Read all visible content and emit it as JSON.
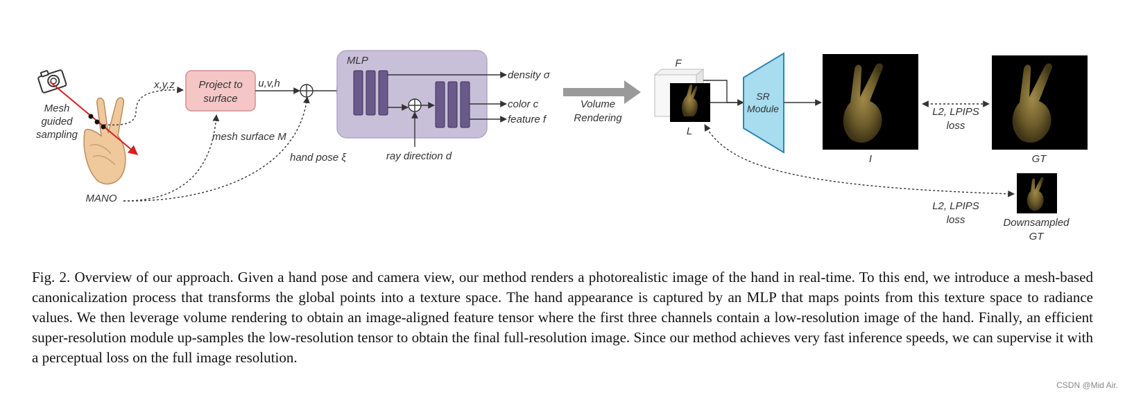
{
  "figure": {
    "mesh_sampling": [
      "Mesh",
      "guided",
      "sampling"
    ],
    "mano": "MANO",
    "xyz": "x,y,z",
    "project_box": [
      "Project to",
      "surface"
    ],
    "uvh": "u,v,h",
    "mesh_surface": "mesh surface",
    "mesh_surface_symbol": "M",
    "hand_pose": "hand pose",
    "hand_pose_symbol": "ξ",
    "mlp": "MLP",
    "ray_direction": "ray direction d",
    "outputs": {
      "density": "density σ",
      "color": "color c",
      "feature": "feature f"
    },
    "volume_rendering": [
      "Volume",
      "Rendering"
    ],
    "feature_label": "F",
    "low_res_label": "L",
    "sr_module": [
      "SR",
      "Module"
    ],
    "output_label": "I",
    "gt_label": "GT",
    "loss_top": [
      "L2, LPIPS",
      "loss"
    ],
    "loss_bottom": [
      "L2, LPIPS",
      "loss"
    ],
    "downsampled": [
      "Downsampled",
      "GT"
    ]
  },
  "caption": {
    "label": "Fig. 2.",
    "text": "Overview of our approach. Given a hand pose and camera view, our method renders a photorealistic image of the hand in real-time. To this end, we introduce a mesh-based canonicalization process that transforms the global points into a texture space. The hand appearance is captured by an MLP that maps points from this texture space to radiance values. We then leverage volume rendering to obtain an image-aligned feature tensor where the first three channels contain a low-resolution image of the hand. Finally, an efficient super-resolution module up-samples the low-resolution tensor to obtain the final full-resolution image. Since our method achieves very fast inference speeds, we can supervise it with a perceptual loss on the full image resolution."
  },
  "watermark": "CSDN @Mid Air.",
  "colors": {
    "project_fill": "#f5c6c6",
    "project_stroke": "#d98b8b",
    "mlp_bg": "#c8bfd8",
    "mlp_bar": "#6a5a8c",
    "sr_fill": "#a8dcef",
    "sr_stroke": "#2f86b3",
    "arrow_gray": "#9a9a9a",
    "ray_red": "#d62020",
    "hand_skin": "#efc99c"
  }
}
